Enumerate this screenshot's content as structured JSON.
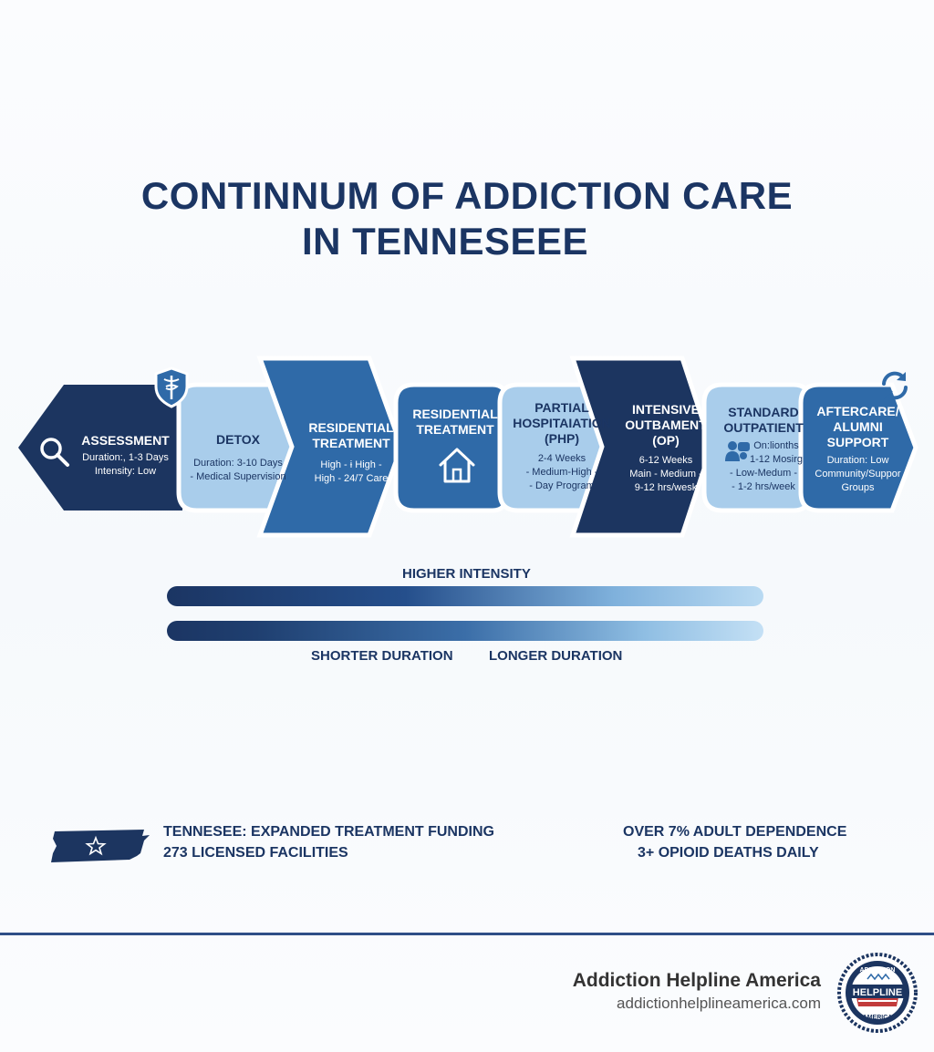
{
  "title": {
    "line1": "CONTINNUM OF ADDICTION CARE",
    "line2": "IN TENNESEEE"
  },
  "stages": [
    {
      "name": "ASSESSMENT",
      "lines": [
        "Duration:, 1-3 Days",
        "Intensity: Low"
      ],
      "icon": "magnifier-icon"
    },
    {
      "name": "DETOX",
      "lines": [
        "Duration: 3-10 Days",
        "- Medical Supervision"
      ]
    },
    {
      "name_lines": [
        "RESIDENTIAL",
        "TREATMENT"
      ],
      "lines": [
        "High - ɨ High -",
        "High - 24/7 Care"
      ]
    },
    {
      "name_lines": [
        "RESIDENTIAL",
        "TREATMENT"
      ],
      "icon": "house-icon"
    },
    {
      "name_lines": [
        "PARTIAL",
        "HOSPITAIATION",
        "(PHP)"
      ],
      "lines": [
        "2-4 Weeks",
        "- Medium-High -",
        "- Day Program"
      ]
    },
    {
      "name_lines": [
        "INTENSIVE",
        "OUTBAMENT",
        "(OP)"
      ],
      "lines": [
        "6-12 Weeks",
        "Main - Medium -",
        "9-12 hrs/wesk"
      ]
    },
    {
      "name_lines": [
        "STANDARD",
        "OUTPATIENT"
      ],
      "lines": [
        "On:lionths",
        "1-12 Mosirg",
        "- Low-Medum -",
        "- 1-2 hrs/week"
      ],
      "icon": "people-icon"
    },
    {
      "name_lines": [
        "AFTERCARE/",
        "ALUMNI",
        "SUPPORT"
      ],
      "lines": [
        "Duration: Low",
        "Community/Suppor",
        "Groups"
      ],
      "icon": "refresh-icon"
    }
  ],
  "scale": {
    "top_label": "HIGHER INTENSITY",
    "left_label": "SHORTER DURATION",
    "right_label": "LONGER DURATION"
  },
  "stats": {
    "left_line1": "TENNESEE: EXPANDED TREATMENT FUNDING",
    "left_line2": "273 LICENSED FACILITIES",
    "right_line1": "OVER 7% ADULT DEPENDENCE",
    "right_line2": "3+ OPIOID DEATHS DAILY"
  },
  "brand": {
    "name": "Addiction Helpline America",
    "url": "addictionhelplineamerica.com",
    "seal_top": "ADDICTION",
    "seal_mid": "HELPLINE",
    "seal_bottom": "AMERICA"
  },
  "colors": {
    "navy": "#1c3560",
    "mid_blue": "#2f6aa8",
    "light_blue": "#a9cdeb",
    "footer_line": "#2f4e87"
  }
}
